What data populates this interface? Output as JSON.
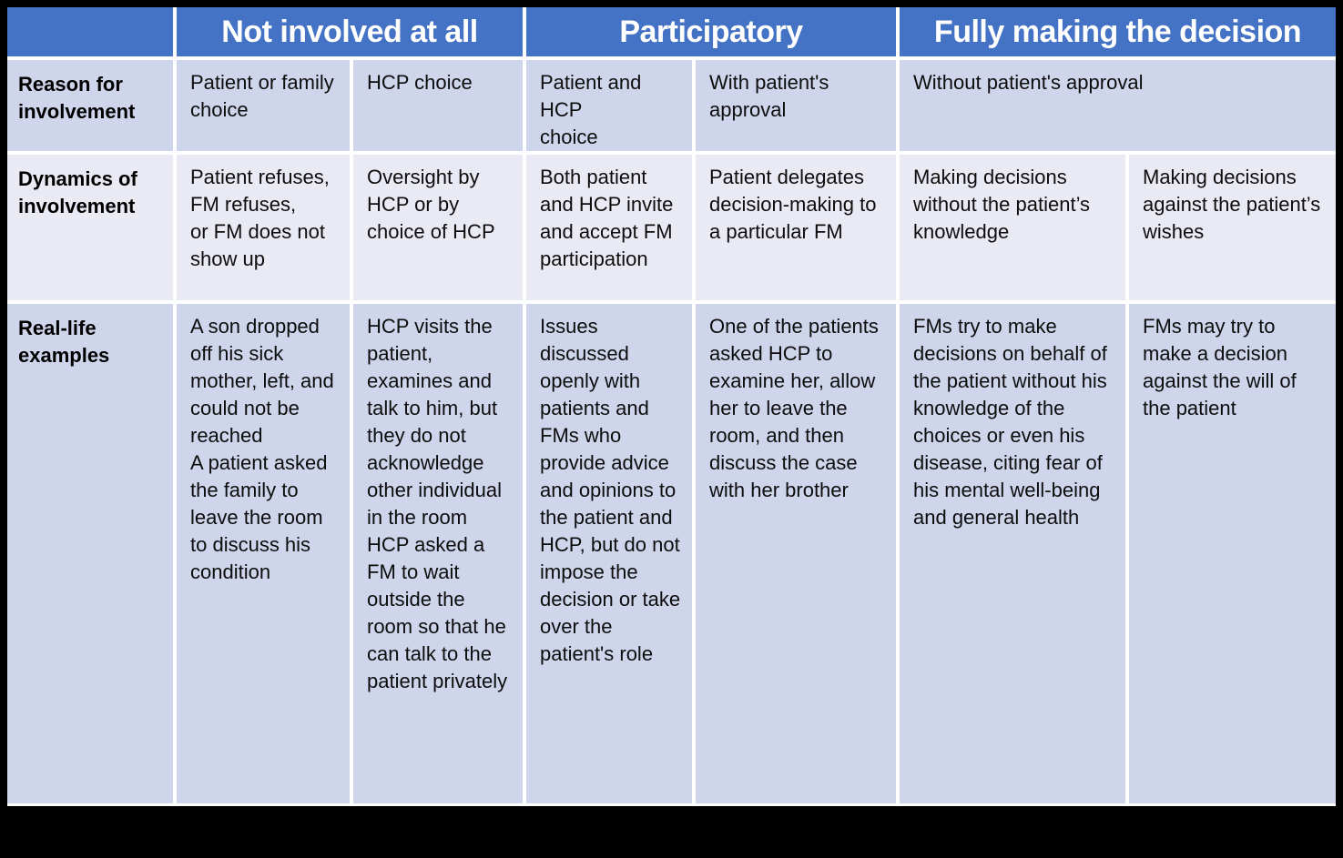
{
  "colors": {
    "header_bg": "#4472C4",
    "header_text": "#FFFFFF",
    "band_dark": "#CFD5EB",
    "band_light": "#E9EAF4",
    "gridline": "#FFFFFF",
    "page_background": "#000000",
    "body_text": "#0D0D0D"
  },
  "table": {
    "header": {
      "corner": "",
      "groups": [
        {
          "label": "Not involved at all",
          "span": 2
        },
        {
          "label": "Participatory",
          "span": 2
        },
        {
          "label": "Fully making the decision",
          "span": 2
        }
      ]
    },
    "rows": [
      {
        "label": "Reason for involvement",
        "band": "dark",
        "cells": [
          {
            "text": "Patient or family\nchoice",
            "span": 1
          },
          {
            "text": "HCP choice",
            "span": 1
          },
          {
            "text": "Patient and HCP\nchoice",
            "span": 1
          },
          {
            "text": "With patient's approval",
            "span": 1
          },
          {
            "text": "Without patient's approval",
            "span": 2
          }
        ]
      },
      {
        "label": "Dynamics of involvement",
        "band": "light",
        "cells": [
          {
            "text": "Patient refuses,\nFM refuses,\nor FM does not show up",
            "span": 1
          },
          {
            "text": "Oversight by HCP or by choice of HCP",
            "span": 1
          },
          {
            "text": "Both patient and HCP invite and accept FM participation",
            "span": 1
          },
          {
            "text": "Patient delegates decision-making to a particular FM",
            "span": 1
          },
          {
            "text": "Making decisions without the patient’s knowledge",
            "span": 1
          },
          {
            "text": "Making decisions against the patient’s wishes",
            "span": 1
          }
        ]
      },
      {
        "label": "Real-life examples",
        "band": "dark",
        "cells": [
          {
            "text": "A son dropped off his sick mother, left, and could not be reached\nA patient asked the family to leave the room to discuss his condition",
            "span": 1
          },
          {
            "text": "HCP visits the patient, examines and talk to him, but they do not acknowledge other individual in the room HCP asked a FM to wait outside the\nroom so that he can talk to the patient privately",
            "span": 1
          },
          {
            "text": "Issues discussed openly with patients and FMs who provide advice and opinions to the patient and HCP, but do not impose the decision or take over the patient's role",
            "span": 1
          },
          {
            "text": "One of the patients asked HCP to examine her, allow her to leave the room, and then discuss the case with her brother",
            "span": 1
          },
          {
            "text": "FMs try to make decisions on behalf of the patient without his knowledge of the choices or even his disease, citing fear of his mental well-being and general health",
            "span": 1
          },
          {
            "text": "FMs may try to make a decision against the will of the patient",
            "span": 1
          }
        ]
      }
    ]
  }
}
